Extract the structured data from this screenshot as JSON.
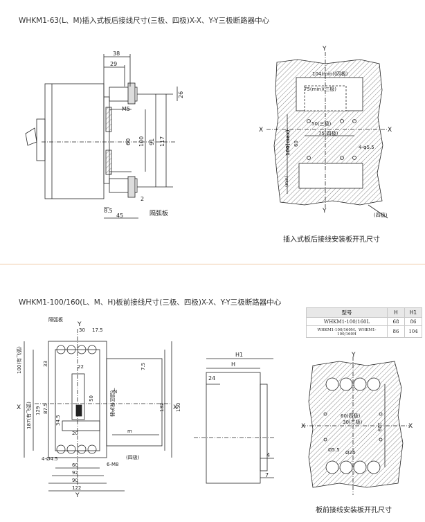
{
  "section1": {
    "title": "WHKM1-63(L、M)插入式板后接线尺寸(三极、四极)X-X、Y-Y三极断路器中心",
    "left_dims": {
      "d38": "38",
      "d29": "29",
      "m5": "M5",
      "d26": "26",
      "d60": "60",
      "d100": "100",
      "d91": "91",
      "d117": "117",
      "d8_5": "8.5",
      "d45": "45",
      "d2": "2",
      "arc_board": "隔弧板"
    },
    "right_dims": {
      "y": "Y",
      "x": "X",
      "d104": "104(min)(四极)",
      "d75min": "75(min)(三极)",
      "d50": "50(三极)",
      "d75": "75(四极)",
      "d100max": "100(max)",
      "d60": "60",
      "d4_55": "4-φ5.5",
      "dmin": "(min)",
      "four_pole": "(四极)"
    },
    "caption": "插入式板后接线安装板开孔尺寸"
  },
  "section2": {
    "title": "WHKM1-100/160(L、M、H)板前接线尺寸(三极、四极)X-X、Y-Y三极断路器中心",
    "table": {
      "headers": [
        "型号",
        "H",
        "H1"
      ],
      "rows": [
        [
          "WHKM1-100/160L",
          "68",
          "86"
        ],
        [
          "WHKM1-100/160M、WHKM1-100/160H",
          "86",
          "104"
        ]
      ]
    },
    "front_dims": {
      "arc_board": "隔弧板",
      "y": "Y",
      "x": "X",
      "d30": "30",
      "d17_5": "17.5",
      "d33": "33",
      "d22": "22",
      "d7_5": "7.5",
      "n": "N",
      "d100_cover": "100(有飞弧)",
      "d187": "187(有飞弧)",
      "d129": "129",
      "d87_5": "87.5",
      "d50": "50",
      "d34_5": "34.5",
      "d20": "20",
      "m": "m",
      "d132": "132",
      "d150": "150",
      "aux": "飞弧区保护器",
      "d4_24_5": "4-Ø4.5",
      "d60": "60",
      "d92": "92",
      "d90": "90",
      "d122": "122",
      "m8": "6-M8",
      "four_pole": "(四极)"
    },
    "side_dims": {
      "h1": "H1",
      "h": "H",
      "d24": "24",
      "d4": "4",
      "d7": "7"
    },
    "right_dims": {
      "y": "Y",
      "x": "X",
      "d30": "30(三极)",
      "d60": "60(四极)",
      "d5_5": "Ø5.5",
      "d24": "Ø24",
      "d129": "129"
    },
    "caption": "板前接线安装板开孔尺寸"
  }
}
